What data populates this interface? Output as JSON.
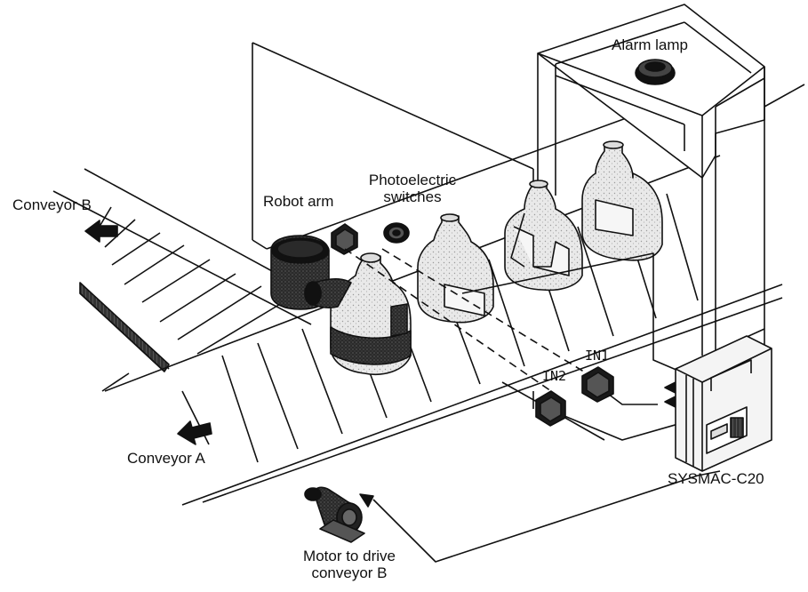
{
  "labels": {
    "alarm_lamp": "Alarm lamp",
    "conveyor_b": "Conveyor B",
    "robot_arm": "Robot arm",
    "photoelectric_line1": "Photoelectric",
    "photoelectric_line2": "switches",
    "in1": "IN1",
    "in2": "IN2",
    "conveyor_a": "Conveyor A",
    "plc": "SYSMAC-C20",
    "motor_line1": "Motor to drive",
    "motor_line2": "conveyor B"
  }
}
